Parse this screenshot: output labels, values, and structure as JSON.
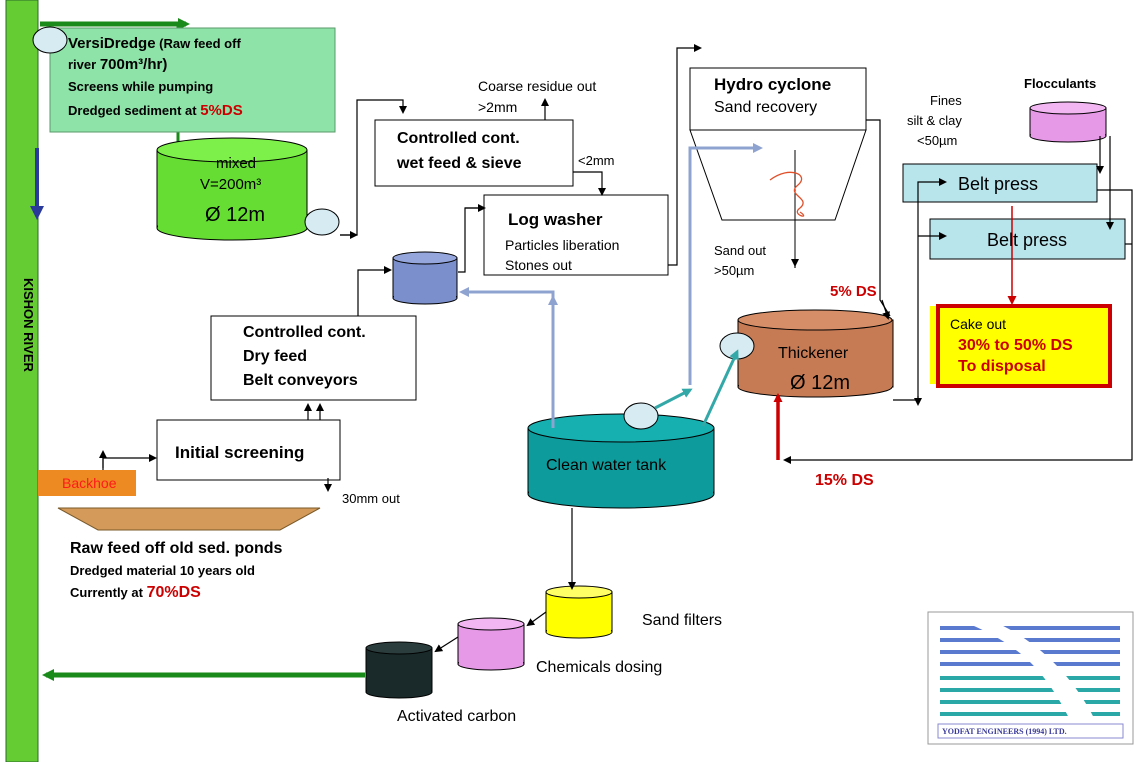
{
  "river": {
    "label": "KISHON RIVER"
  },
  "versidredge": {
    "line1_bold": "VersiDredge",
    "line1_rest": " (Raw feed off",
    "line2_a": "river ",
    "line2_b": "700m³/hr)",
    "line3": "Screens while pumping",
    "line4_a": "Dredged sediment at ",
    "line4_b": "5%DS"
  },
  "mixed_tank": {
    "line1": "mixed",
    "line2": "V=200m³",
    "line3": "Ø 12m"
  },
  "controlled_wet": {
    "line1": "Controlled cont.",
    "line2": "wet feed & sieve"
  },
  "coarse_residue": {
    "line1": "Coarse residue out",
    "line2": ">2mm"
  },
  "lt2mm": "<2mm",
  "log_washer": {
    "title": "Log washer",
    "line2": "Particles liberation",
    "line3": "Stones out"
  },
  "hydro_cyclone": {
    "title": "Hydro cyclone",
    "line2": "Sand recovery"
  },
  "sand_out": {
    "line1": "Sand out",
    "line2": ">50µm"
  },
  "fines": {
    "line1": "Fines",
    "line2": "silt & clay",
    "line3": "<50µm"
  },
  "flocculants": "Flocculants",
  "belt_press_1": "Belt press",
  "belt_press_2": "Belt press",
  "ds5": "5% DS",
  "ds15": "15% DS",
  "cake": {
    "line1": "Cake out",
    "line2": "30% to 50% DS",
    "line3": "To disposal"
  },
  "thickener": {
    "line1": "Thickener",
    "line2": "Ø 12m"
  },
  "dry_feed": {
    "line1": "Controlled cont.",
    "line2": "Dry  feed",
    "line3": "Belt conveyors"
  },
  "initial_screening": "Initial screening",
  "mm30": "30mm out",
  "backhoe": "Backhoe",
  "raw_feed": {
    "line1": "Raw feed off old sed. ponds",
    "line2": "Dredged material 10 years old",
    "line3_a": "Currently at ",
    "line3_b": "70%DS"
  },
  "clean_water": "Clean water tank",
  "sand_filters": "Sand filters",
  "chemicals": "Chemicals dosing",
  "carbon": "Activated carbon",
  "logo": {
    "text": "YODFAT ENGINEERS (1994) LTD."
  },
  "colors": {
    "river": "#66cc33",
    "green_arrow": "#1a8a1a",
    "versidredge_bg": "#8de3a8",
    "mixed_tank": "#66dd33",
    "blue_tank": "#7b8fcc",
    "clean_water": "#0e9b9b",
    "thickener": "#c77b55",
    "belt_press": "#b8e4ec",
    "cake_bg": "#ffff00",
    "cake_border": "#cc0000",
    "flocculants": "#e699e6",
    "sand_filters": "#ffff00",
    "chemicals": "#e699e6",
    "carbon": "#1a2a2a",
    "backhoe": "#ee8a22",
    "blue_pipe": "#8fa3d1",
    "teal_pipe": "#33a8a8",
    "red_pipe": "#cc0000"
  }
}
